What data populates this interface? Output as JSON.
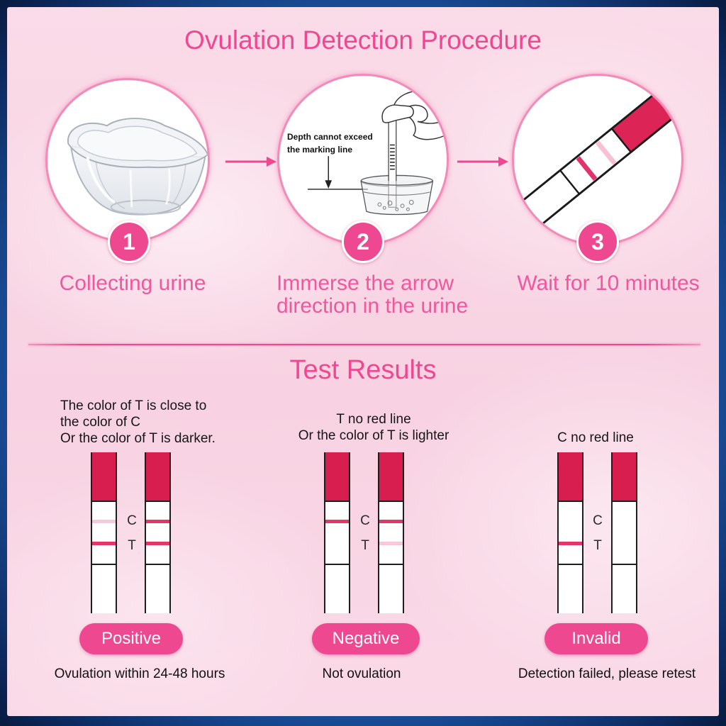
{
  "title": "Ovulation Detection Procedure",
  "steps": [
    {
      "number": "1",
      "label_lines": [
        "Collecting urine"
      ],
      "icon": "urine-cup-icon"
    },
    {
      "number": "2",
      "label_lines": [
        "Immerse the arrow",
        "direction in the urine"
      ],
      "icon": "dip-strip-icon",
      "note_lines": [
        "Depth cannot exceed",
        "the marking line"
      ]
    },
    {
      "number": "3",
      "label_lines": [
        "Wait for 10 minutes"
      ],
      "icon": "test-strip-icon"
    }
  ],
  "results_title": "Test Results",
  "strip_labels": {
    "c": "C",
    "t": "T"
  },
  "results": [
    {
      "condition_lines": [
        "The color of T is close to",
        "the color of C",
        "Or the color of T is darker."
      ],
      "badge": "Positive",
      "meaning": "Ovulation within 24-48 hours",
      "strips": [
        {
          "c_line": "#f8c8da",
          "t_line": "#e23768"
        },
        {
          "c_line": "#e23768",
          "t_line": "#e23768"
        }
      ]
    },
    {
      "condition_lines": [
        "T no red line",
        "Or the color of T is lighter"
      ],
      "badge": "Negative",
      "meaning": "Not ovulation",
      "strips": [
        {
          "c_line": "#e23768",
          "t_line": null
        },
        {
          "c_line": "#e23768",
          "t_line": "#f8c8da"
        }
      ]
    },
    {
      "condition_lines": [
        "C no red line"
      ],
      "badge": "Invalid",
      "meaning": "Detection failed, please retest",
      "strips": [
        {
          "c_line": null,
          "t_line": "#e23768"
        },
        {
          "c_line": null,
          "t_line": null
        }
      ]
    }
  ],
  "colors": {
    "accent_pink": "#ee4891",
    "step_label_pink": "#f0579d",
    "strip_red": "#d81e4f",
    "circle_ring": "#f28bb8"
  }
}
